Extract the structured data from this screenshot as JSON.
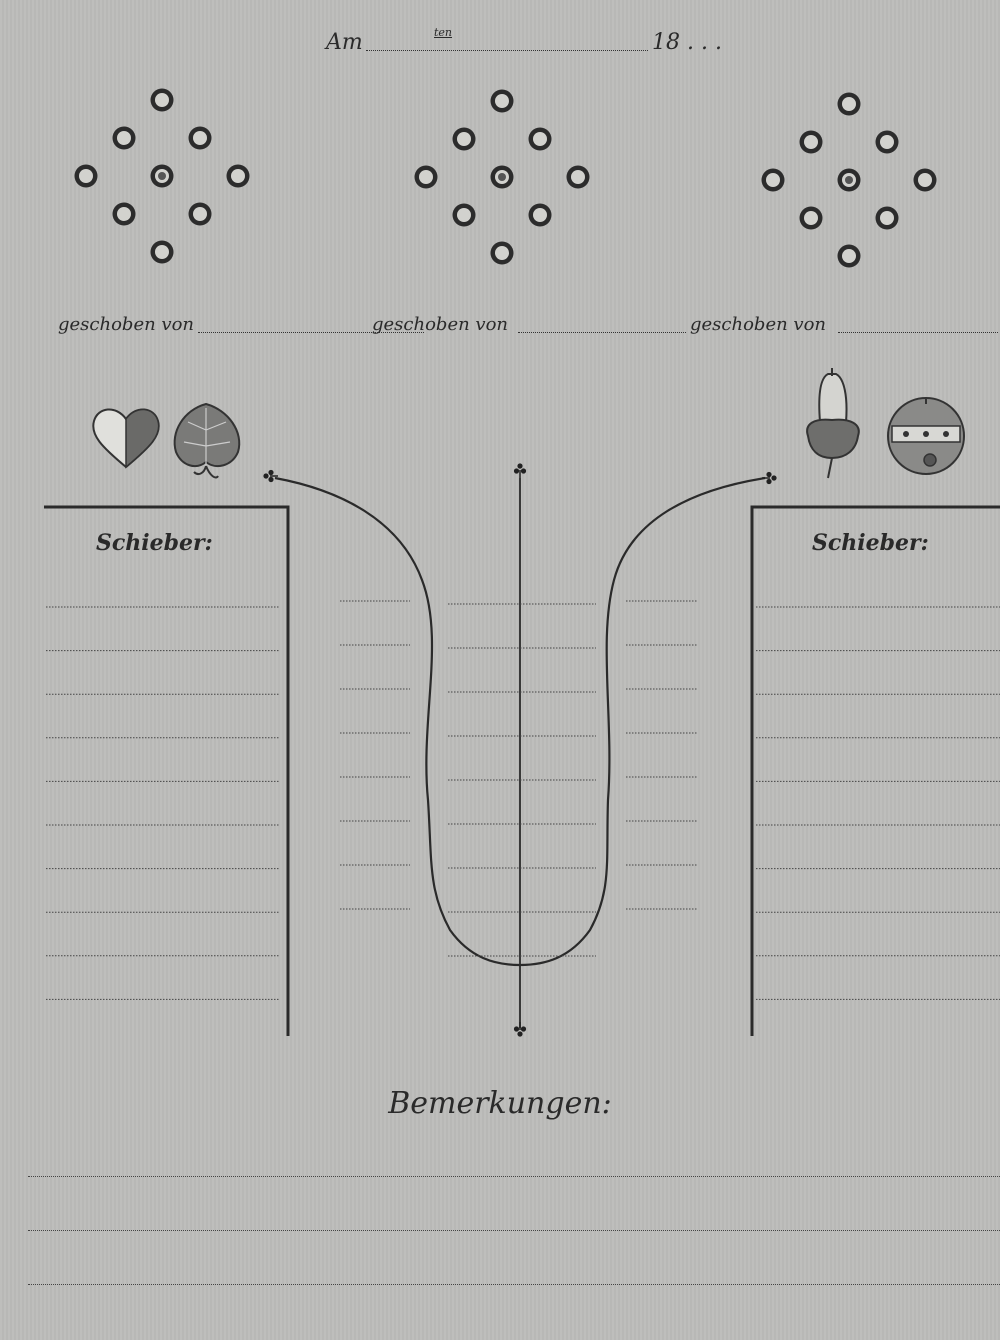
{
  "header": {
    "am_label": "Am",
    "ten_label": "ten",
    "year_label": "18 . . ."
  },
  "pin_diagrams": [
    {
      "label": "geschoben von"
    },
    {
      "label": "geschoben von"
    },
    {
      "label": "geschoben von"
    }
  ],
  "icons": {
    "left": [
      "heart-suit-icon",
      "leaf-suit-icon"
    ],
    "right": [
      "acorn-suit-icon",
      "bell-suit-icon"
    ],
    "arrow_tips": "club-icon"
  },
  "left_column": {
    "title": "Schieber:",
    "line_count": 10
  },
  "right_column": {
    "title": "Schieber:",
    "line_count": 10
  },
  "center_table": {
    "left_lines": 8,
    "middle_lines": 9,
    "right_lines": 8
  },
  "remarks": {
    "title": "Bemerkungen:",
    "line_count": 3
  },
  "colors": {
    "paper": "#bcbcba",
    "ink": "#2a2a2a"
  }
}
